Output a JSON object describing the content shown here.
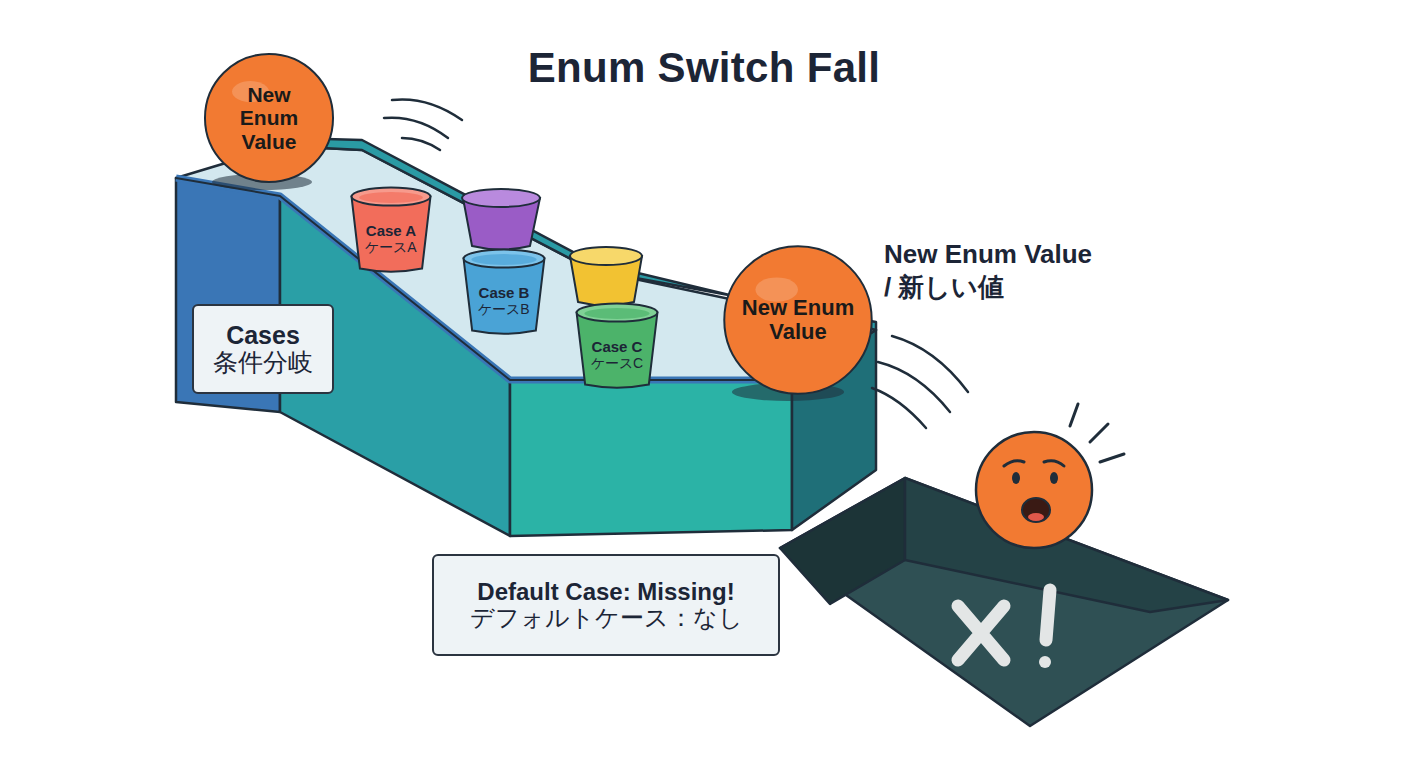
{
  "diagram": {
    "title": "Enum Switch Fall",
    "nodes": [
      {
        "text": [
          "New Enum Value"
        ]
      },
      {
        "text": [
          "Case A",
          "ケースA"
        ]
      },
      {
        "text": [
          "Case B",
          "ケースB"
        ]
      },
      {
        "text": [
          "Case C",
          "ケースC"
        ]
      },
      {
        "text": [
          "New Enum Value"
        ]
      },
      {
        "text": [
          "Cases",
          "条件分岐"
        ]
      },
      {
        "text": [
          "Default Case: Missing!",
          "デフォルトケース：なし"
        ]
      }
    ],
    "labels": [
      "New Enum Value / 新しい値"
    ]
  }
}
